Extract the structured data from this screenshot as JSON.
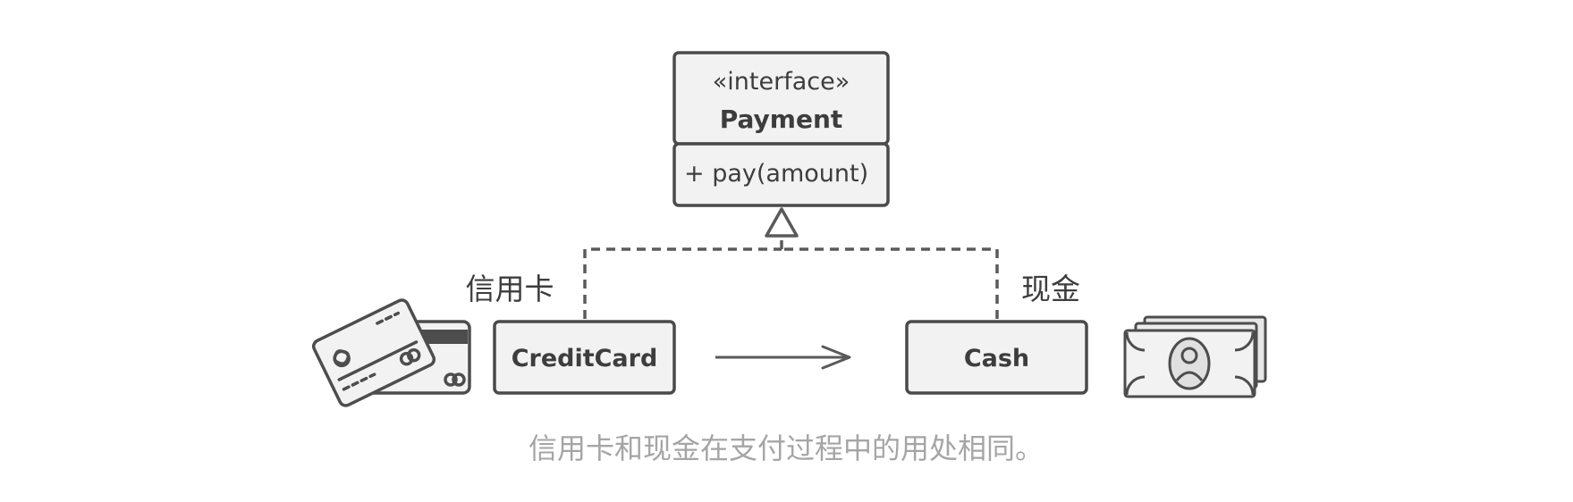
{
  "interface_box": {
    "stereotype": "«interface»",
    "name": "Payment",
    "method": "+ pay(amount)"
  },
  "creditcard_box": {
    "name": "CreditCard"
  },
  "cash_box": {
    "name": "Cash"
  },
  "labels": {
    "credit_card": "信用卡",
    "cash": "现金"
  },
  "caption": "信用卡和现金在支付过程中的用处相同。",
  "icons": {
    "credit_card": "credit-cards-icon",
    "cash": "banknotes-icon"
  },
  "colors": {
    "box_fill": "#f2f2f2",
    "box_stroke": "#4a4a4a",
    "text": "#3d3d3d",
    "caption": "#a5a5a5"
  }
}
